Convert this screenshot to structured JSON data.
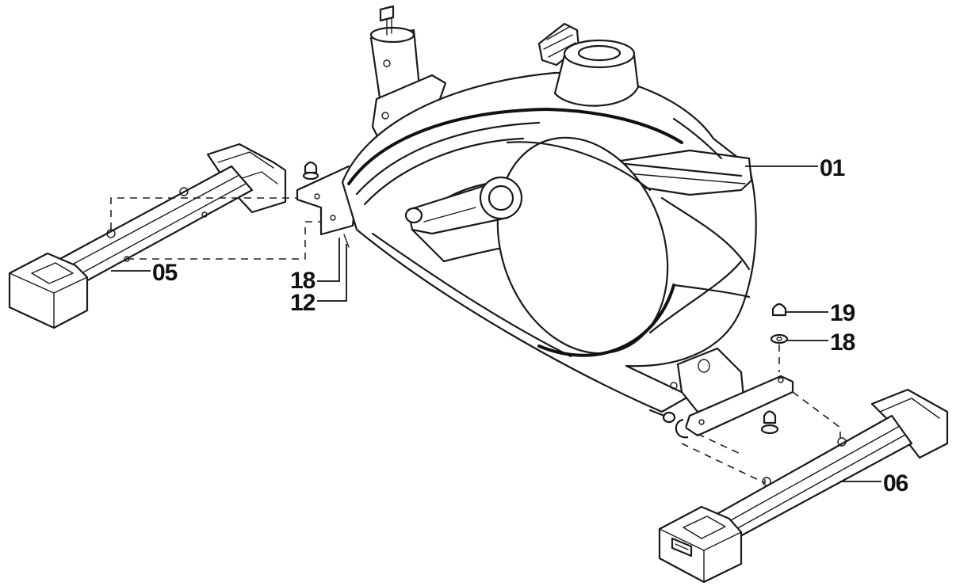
{
  "labels": {
    "part_01": "01",
    "part_05": "05",
    "part_06": "06",
    "part_18_left": "18",
    "part_12": "12",
    "part_19": "19",
    "part_18_right": "18"
  },
  "colors": {
    "line": "#1a1a1a",
    "background": "#ffffff"
  }
}
